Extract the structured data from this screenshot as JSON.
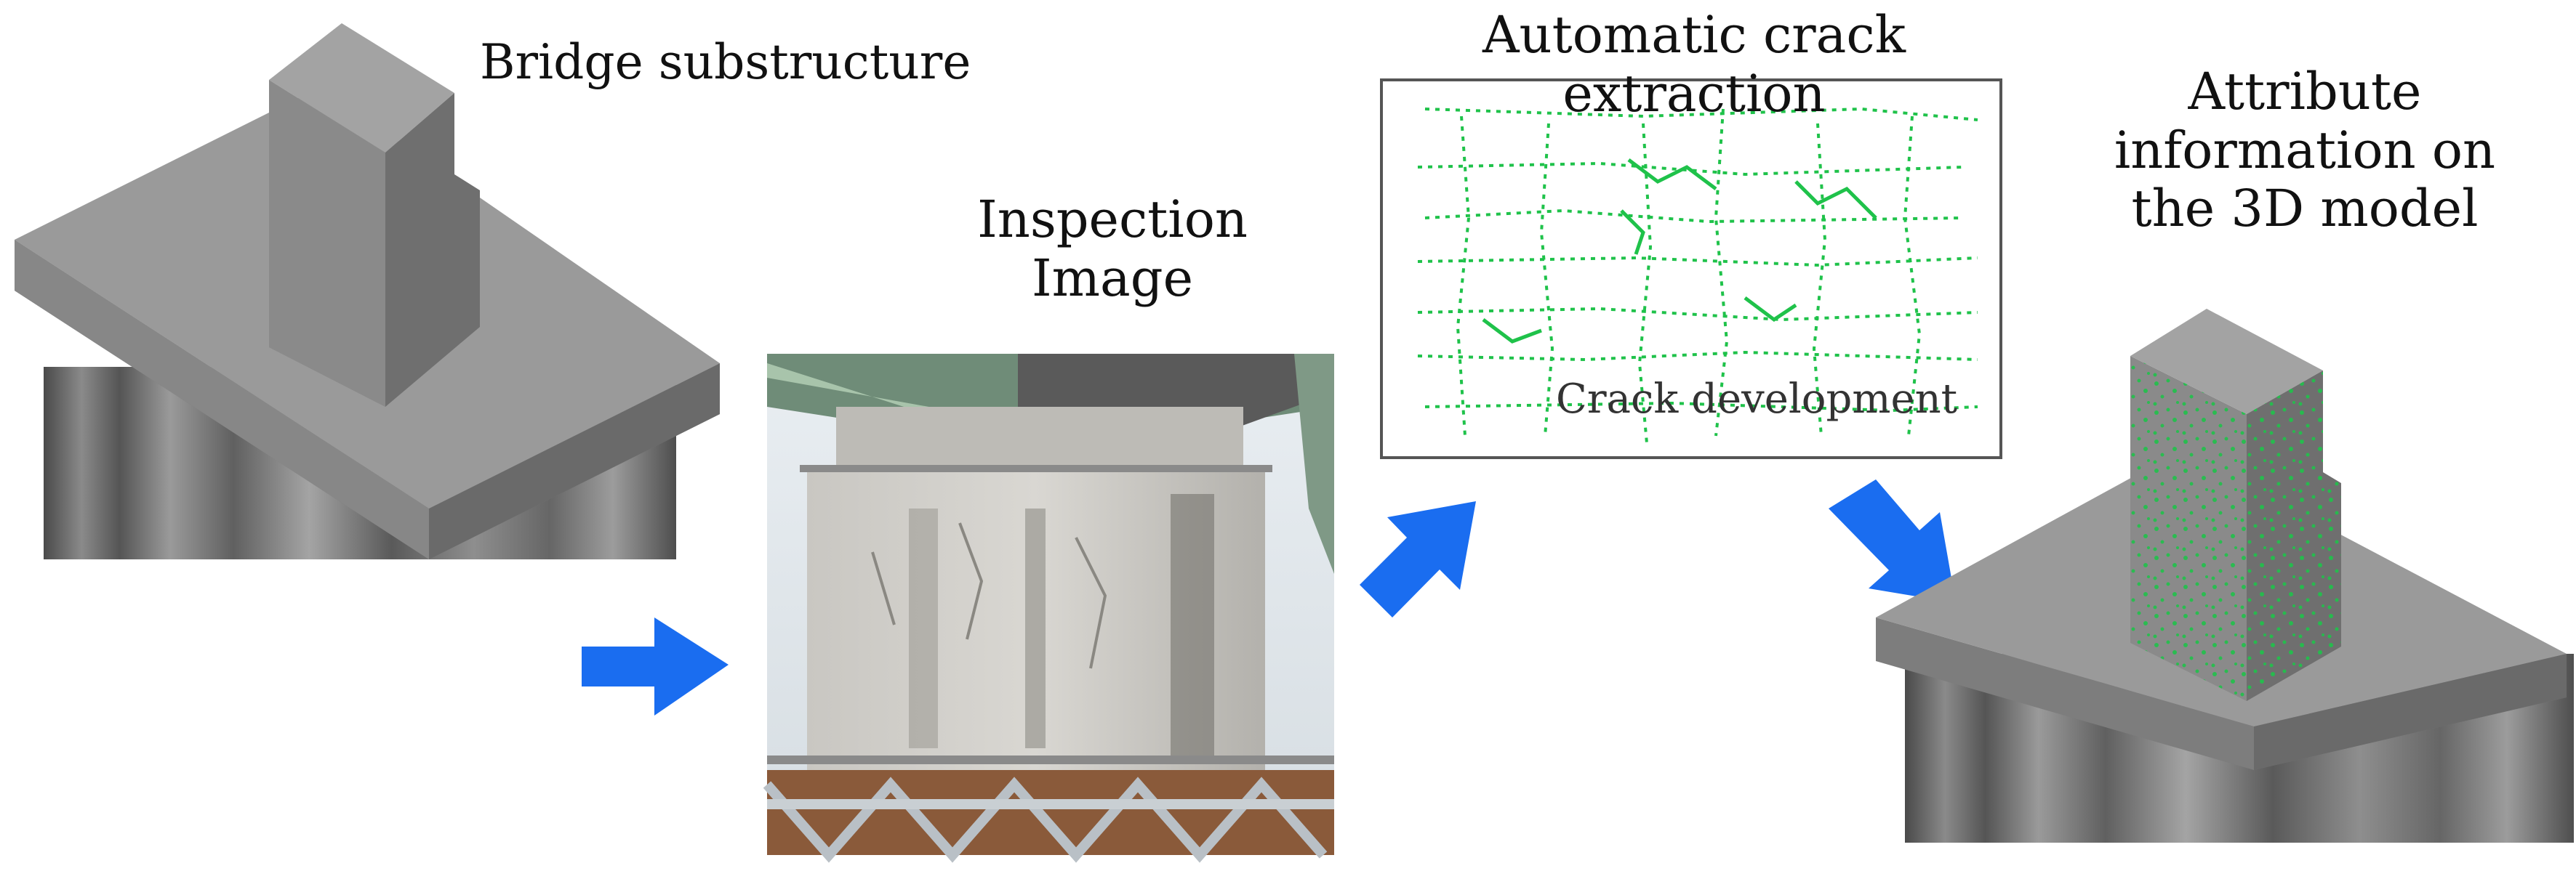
{
  "labels": {
    "bridge_substructure": "Bridge substructure",
    "inspection_image": [
      "Inspection",
      "Image"
    ],
    "automatic_crack_extraction": [
      "Automatic crack",
      "extraction"
    ],
    "crack_development": "Crack development",
    "attribute_information": [
      "Attribute",
      "information on",
      "the 3D model"
    ]
  },
  "colors": {
    "arrow": "#1a6df0",
    "crack": "#1fc24a",
    "concrete_light": "#9a9a9a",
    "concrete_mid": "#7d7d7d",
    "concrete_dark": "#5c5c5c"
  },
  "icons": [
    "flow-arrow-icon"
  ]
}
